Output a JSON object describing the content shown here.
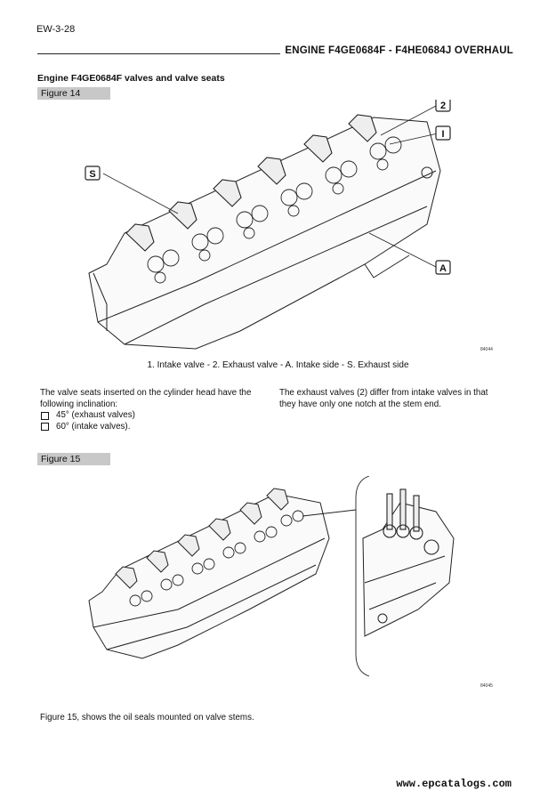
{
  "page_number": "EW-3-28",
  "header_title": "ENGINE F4GE0684F - F4HE0684J OVERHAUL",
  "section_title": "Engine F4GE0684F valves and valve seats",
  "figure14": {
    "tab_label": "Figure 14",
    "callouts": {
      "two": "2",
      "one": "I",
      "s": "S",
      "a": "A"
    },
    "code": "84044",
    "caption": "1. Intake valve - 2. Exhaust valve - A. Intake side - S. Exhaust side"
  },
  "text_left": {
    "intro": "The valve seats inserted on the cylinder head have the following inclination:",
    "bullets": [
      "45° (exhaust valves)",
      "60° (intake valves)."
    ]
  },
  "text_right": "The exhaust valves (2) differ from intake valves in that they have only one notch at the stem end.",
  "figure15": {
    "tab_label": "Figure 15",
    "code": "84045"
  },
  "bottom_text": "Figure 15, shows the oil seals mounted on valve stems.",
  "footer_url": "www.epcatalogs.com"
}
